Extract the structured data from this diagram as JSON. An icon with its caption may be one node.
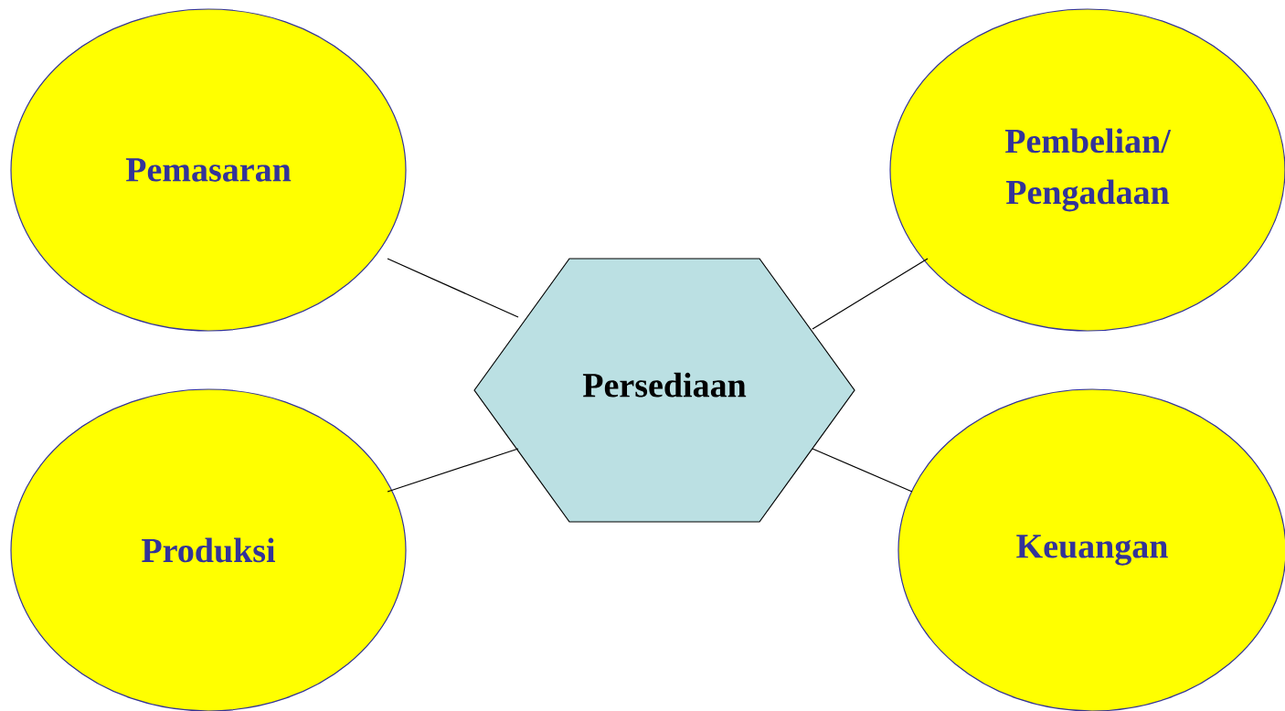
{
  "diagram": {
    "nodes": [
      {
        "text": [
          "Pemasaran"
        ]
      },
      {
        "text": [
          "Pembelian/ Pengadaan"
        ]
      },
      {
        "text": [
          "Persediaan"
        ]
      },
      {
        "text": [
          "Produksi"
        ]
      },
      {
        "text": [
          "Keuangan"
        ]
      }
    ],
    "edges": [
      {
        "from": 0,
        "to": 2,
        "arrow": "none"
      },
      {
        "from": 1,
        "to": 2,
        "arrow": "none"
      },
      {
        "from": 3,
        "to": 2,
        "arrow": "none"
      },
      {
        "from": 4,
        "to": 2,
        "arrow": "none"
      }
    ]
  }
}
